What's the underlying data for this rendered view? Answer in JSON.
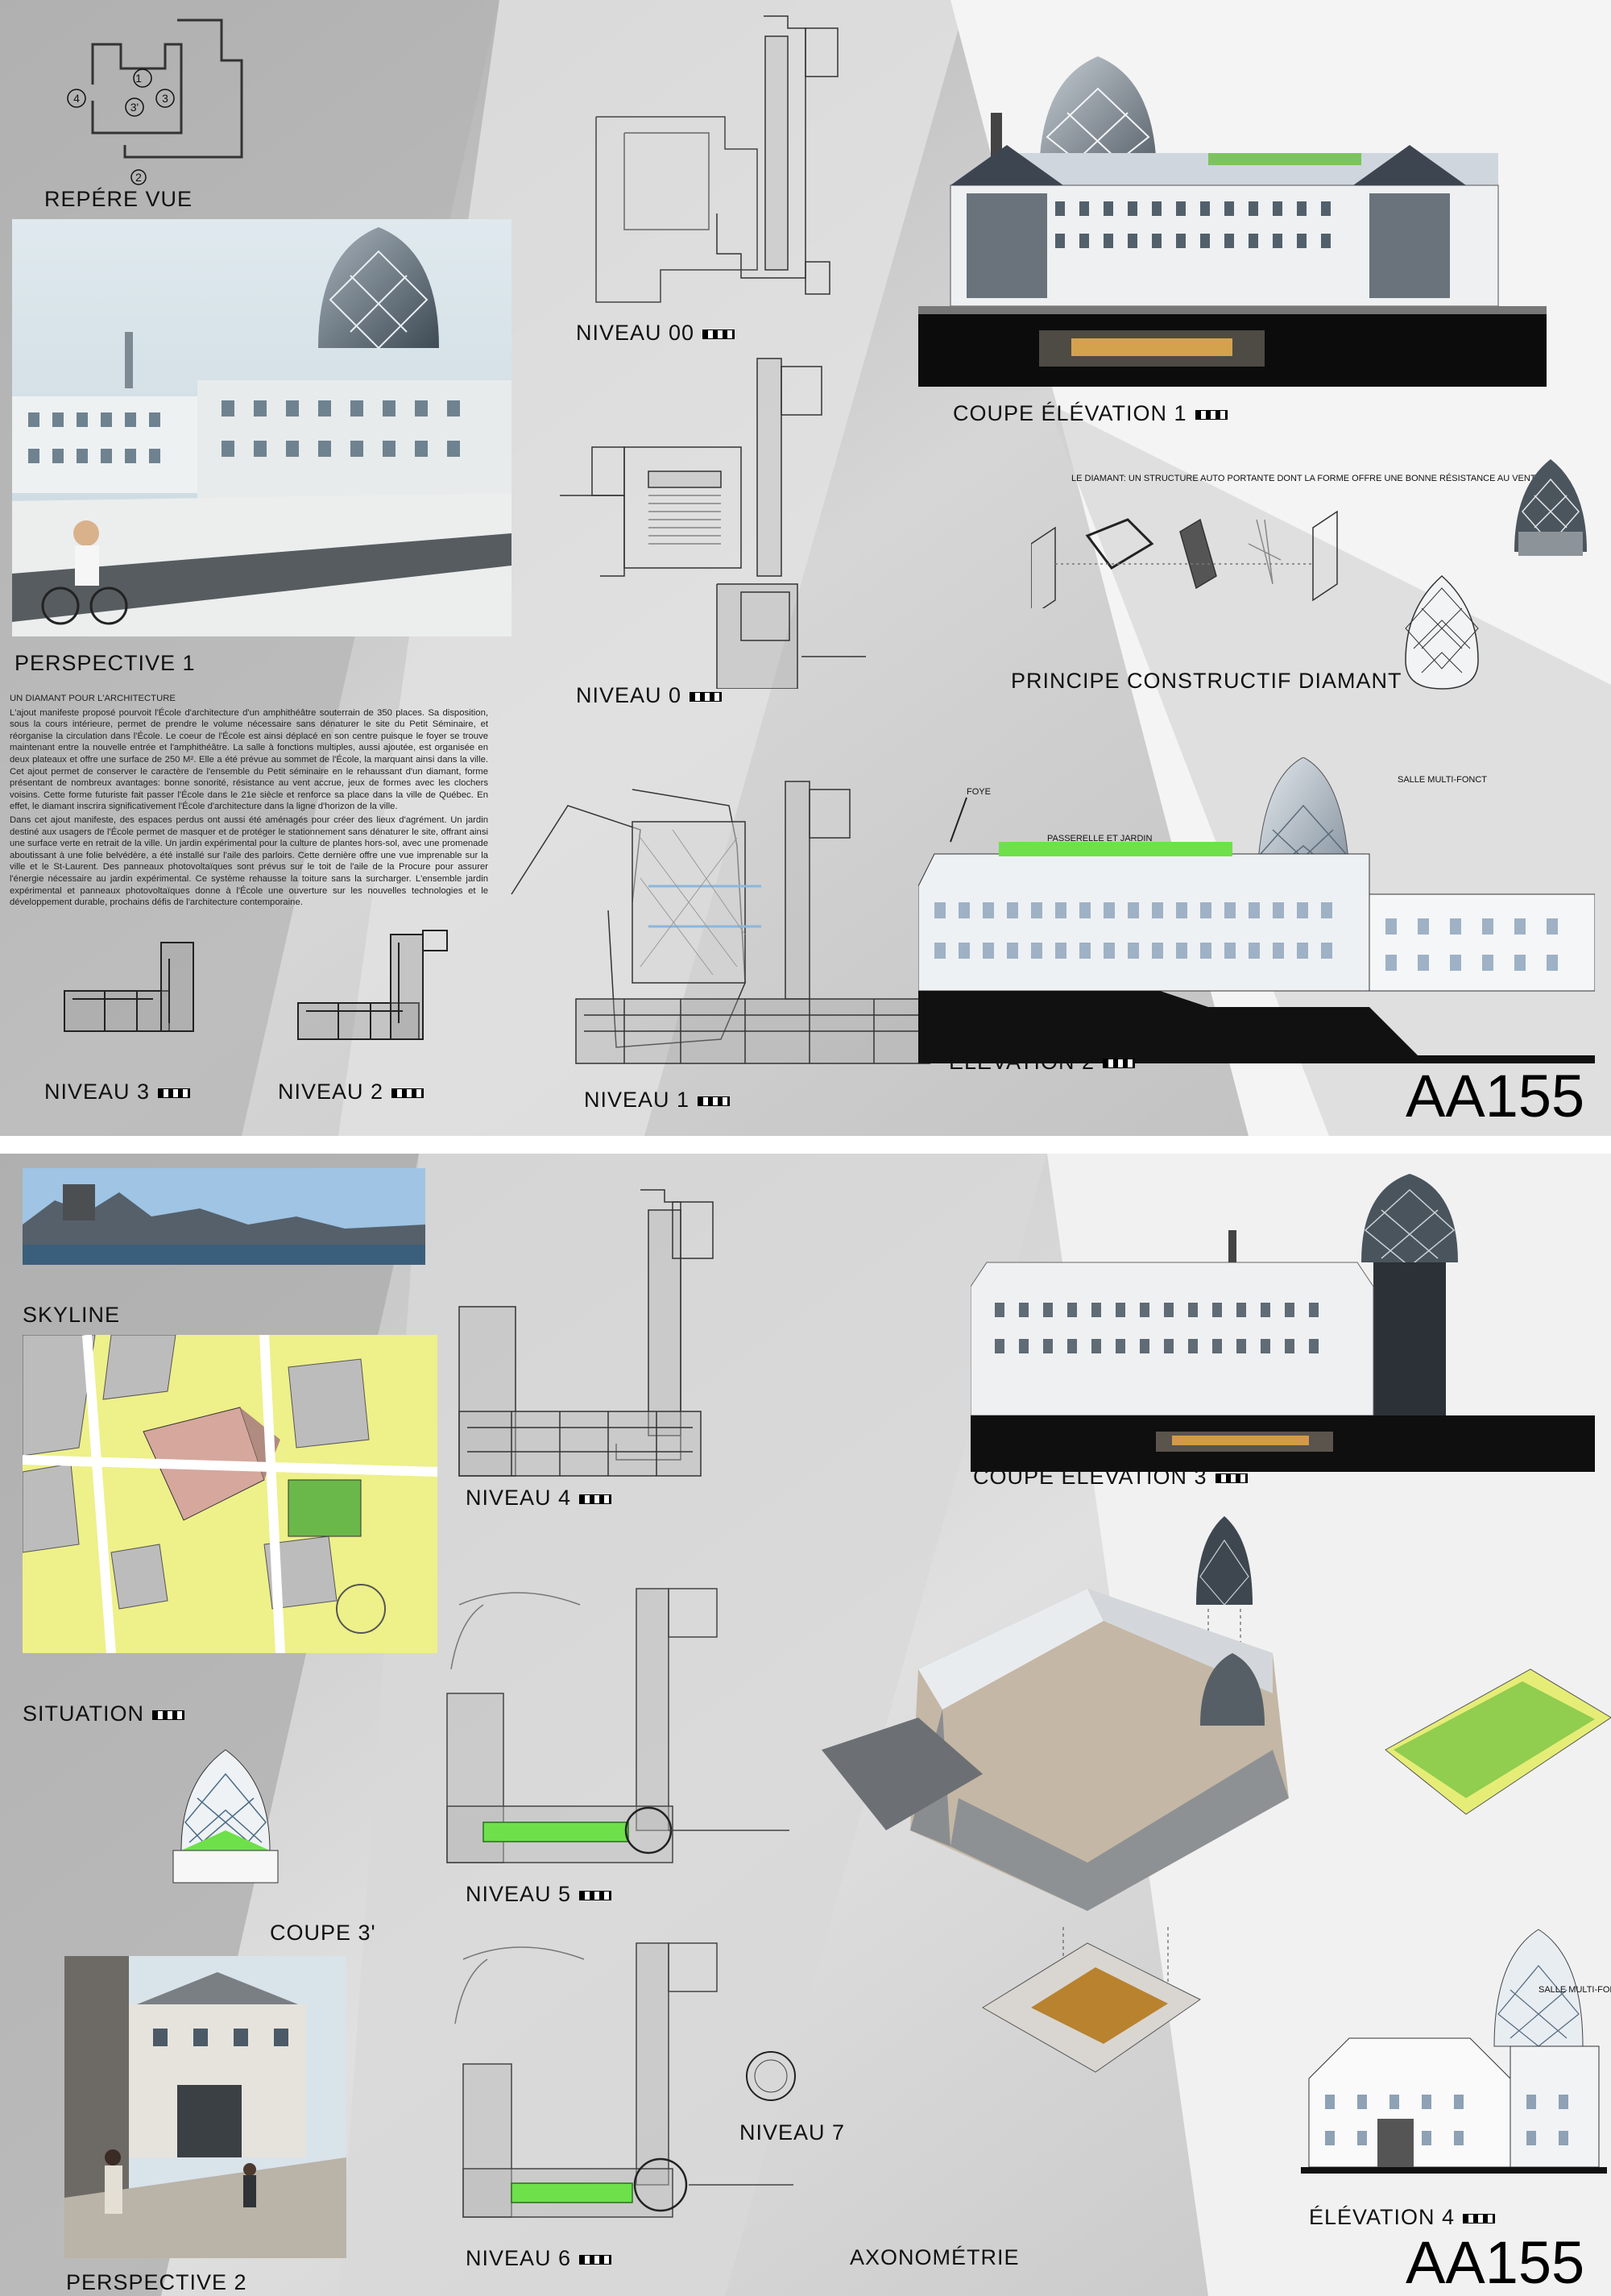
{
  "board1": {
    "repere_label": "REPÉRE VUE",
    "repere_marks": [
      "1",
      "2",
      "3",
      "4",
      "3'"
    ],
    "perspective1_label": "PERSPECTIVE 1",
    "text_title": "UN DIAMANT POUR L'ARCHITECTURE",
    "text_p1": "L'ajout manifeste proposé pourvoit l'École d'architecture d'un amphithéâtre souterrain de 350 places. Sa disposition, sous la cours intérieure, permet de prendre le volume nécessaire sans dénaturer le site du Petit Séminaire, et réorganise la circulation dans l'École. Le coeur de l'École est ainsi déplacé en son centre puisque le foyer se trouve maintenant entre la nouvelle entrée et l'amphithéâtre. La salle à fonctions multiples, aussi ajoutée, est organisée en deux plateaux et offre une surface de 250 M². Elle a été prévue au sommet de l'École, la marquant ainsi dans la ville. Cet ajout permet de conserver le caractère de l'ensemble du Petit séminaire en le rehaussant d'un diamant, forme présentant de nombreux avantages: bonne sonorité, résistance au vent accrue, jeux de formes avec les clochers voisins. Cette forme futuriste fait passer l'École dans le 21e siècle et renforce sa place dans la ville de Québec. En effet, le diamant inscrira significativement l'École d'architecture dans la ligne d'horizon de la ville.",
    "text_p2": "Dans cet ajout manifeste, des espaces perdus ont aussi été aménagés pour créer des lieux d'agrément. Un jardin destiné aux usagers de l'École permet de masquer et de protéger le stationnement sans dénaturer le site, offrant ainsi une surface verte en retrait de la ville. Un jardin expérimental pour la culture de plantes hors-sol, avec une promenade aboutissant à une folie belvédère, a été installé sur l'aile des parloirs. Cette dernière offre une vue imprenable sur la ville et le St-Laurent. Des panneaux photovoltaïques sont prévus sur le toit de l'aile de la Procure pour assurer l'énergie nécessaire au jardin expérimental. Ce système rehausse la toiture sans la surcharger. L'ensemble jardin expérimental et panneaux photovoltaïques donne à l'École une ouverture sur les nouvelles technologies et le développement durable, prochains défis de l'architecture contemporaine.",
    "niveau00_label": "NIVEAU 00",
    "niveau0_label": "NIVEAU 0",
    "niveau1_label": "NIVEAU 1",
    "niveau2_label": "NIVEAU 2",
    "niveau3_label": "NIVEAU 3",
    "coupe1_label": "COUPE ÉLÉVATION 1",
    "principe_caption": "LE DIAMANT: UN STRUCTURE AUTO PORTANTE DONT LA FORME OFFRE UNE BONNE RÉSISTANCE AU VENT",
    "principe_label": "PRINCIPE CONSTRUCTIF DIAMANT",
    "elev2_label": "ÉLÉVATION 2",
    "elev2_tag_foyer": "FOYE",
    "elev2_tag_passerelle": "PASSERELLE ET JARDIN",
    "elev2_tag_salle": "SALLE MULTI-FONCT",
    "code": "AA155"
  },
  "board2": {
    "skyline_label": "SKYLINE",
    "situation_label": "SITUATION",
    "coupe3p_label": "COUPE 3'",
    "perspective2_label": "PERSPECTIVE 2",
    "niveau4_label": "NIVEAU 4",
    "niveau5_label": "NIVEAU 5",
    "niveau6_label": "NIVEAU 6",
    "niveau7_label": "NIVEAU 7",
    "coupe3_label": "COUPE ÉLÉVATION 3",
    "axo_label": "AXONOMÉTRIE",
    "elev4_label": "ÉLÉVATION 4",
    "elev4_tag_salle": "SALLE MULTI-FONCTION",
    "code": "AA155"
  },
  "colors": {
    "board_background": "#cfcfcf",
    "site_yellow": "#eef08a",
    "garden_green": "#6fd04a",
    "diamond_glass": "#9aa6b4"
  }
}
